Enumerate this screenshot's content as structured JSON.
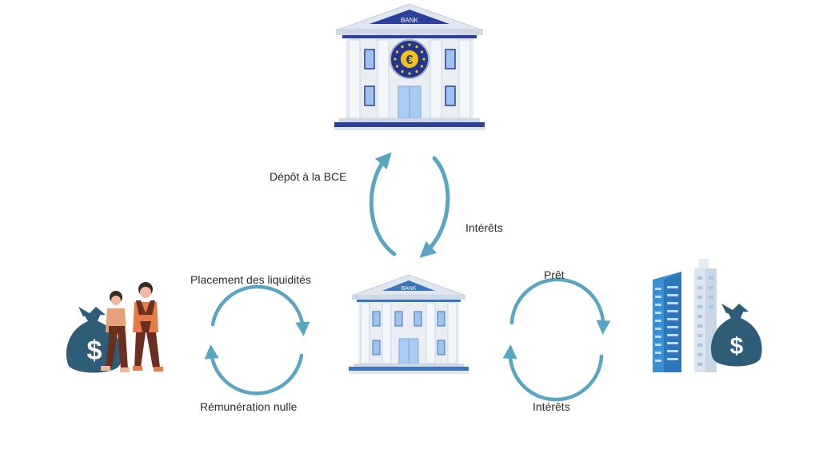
{
  "ecb_bank": {
    "sign": "BANK",
    "symbol": "€"
  },
  "commercial_bank": {
    "sign": "BANK"
  },
  "labels": {
    "deposit": "Dépôt à la BCE",
    "ecb_interest": "Intérêts",
    "placement": "Placement des liquidités",
    "zero_remuneration": "Rémunération nulle",
    "loan": "Prêt",
    "loan_interest": "Intérêts"
  },
  "colors": {
    "arrow": "#5aa5c2",
    "bank_roof": "#dfe6ef",
    "bank_accent": "#2e3f9a",
    "euro_badge": "#23368f",
    "money_bag": "#2f5d78",
    "building": "#3b8fd3"
  },
  "icons": [
    "bank-building-icon",
    "euro-icon",
    "money-bag-icon",
    "people-icon",
    "skyscraper-icon",
    "dollar-sign-icon"
  ]
}
